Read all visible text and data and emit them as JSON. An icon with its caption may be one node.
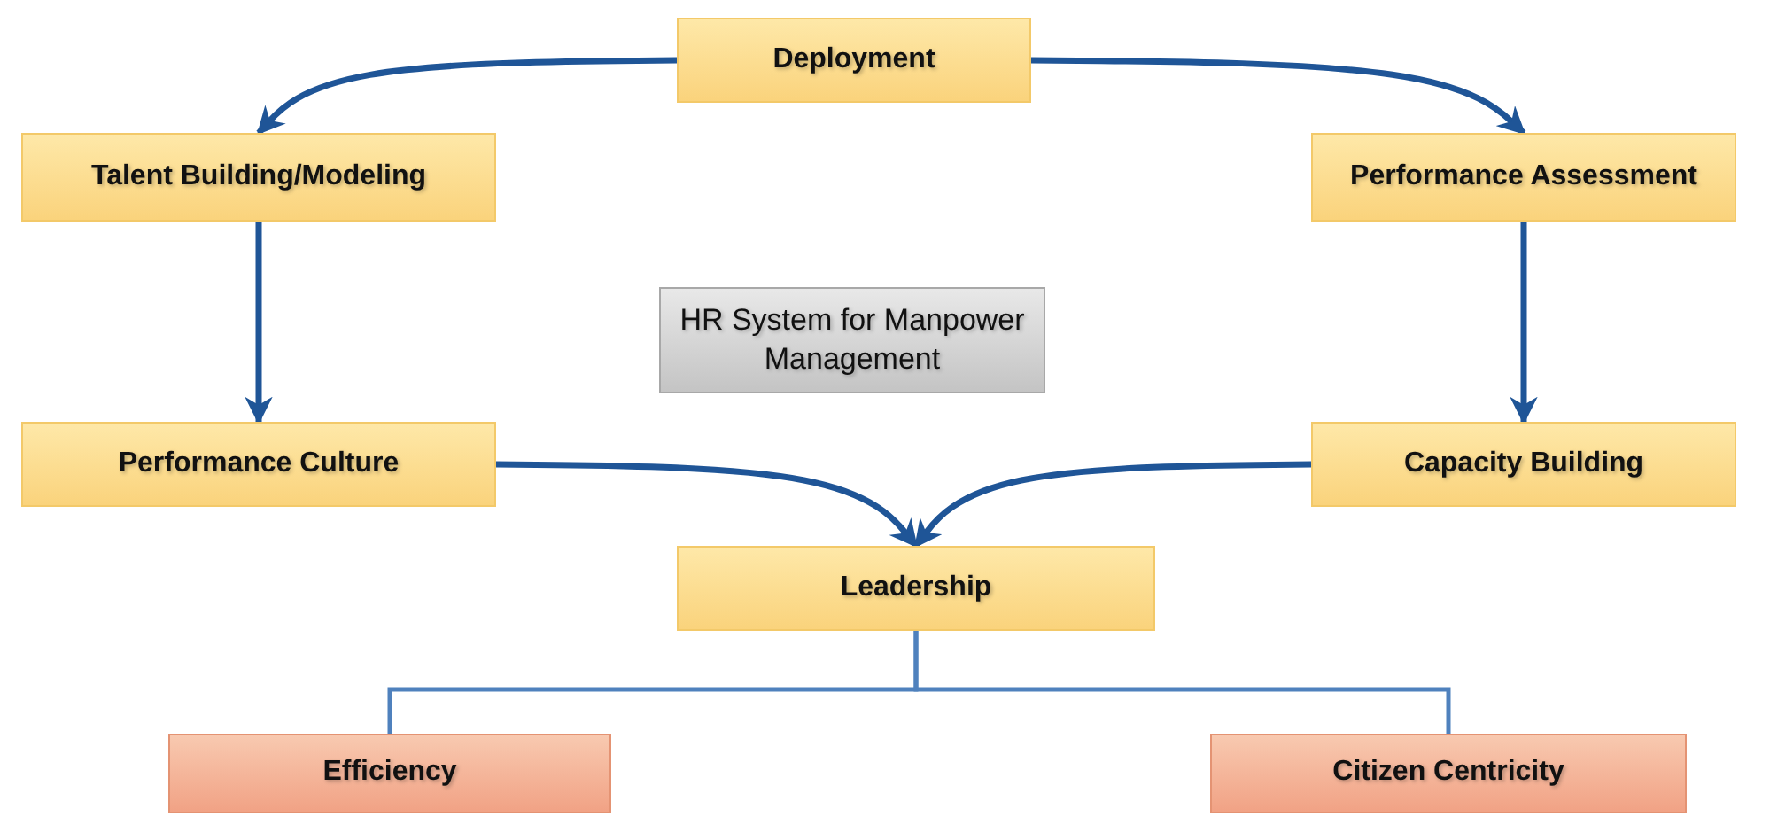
{
  "diagram": {
    "nodes": [
      {
        "text": [
          "Deployment"
        ]
      },
      {
        "text": [
          "Talent Building/Modeling"
        ]
      },
      {
        "text": [
          "Performance Assessment"
        ]
      },
      {
        "text": [
          "HR System for Manpower Management"
        ]
      },
      {
        "text": [
          "Performance Culture"
        ]
      },
      {
        "text": [
          "Capacity Building"
        ]
      },
      {
        "text": [
          "Leadership"
        ]
      },
      {
        "text": [
          "Efficiency"
        ]
      },
      {
        "text": [
          "Citizen Centricity"
        ]
      }
    ],
    "edges": [
      {
        "from": 0,
        "to": 1,
        "arrow": "to"
      },
      {
        "from": 0,
        "to": 2,
        "arrow": "to"
      },
      {
        "from": 1,
        "to": 4,
        "arrow": "to"
      },
      {
        "from": 2,
        "to": 5,
        "arrow": "to"
      },
      {
        "from": 4,
        "to": 6,
        "arrow": "to"
      },
      {
        "from": 5,
        "to": 6,
        "arrow": "to"
      },
      {
        "from": 6,
        "to": 7,
        "arrow": "none",
        "color": "#4f81bd"
      },
      {
        "from": 6,
        "to": 8,
        "arrow": "none",
        "color": "#4f81bd"
      }
    ]
  }
}
